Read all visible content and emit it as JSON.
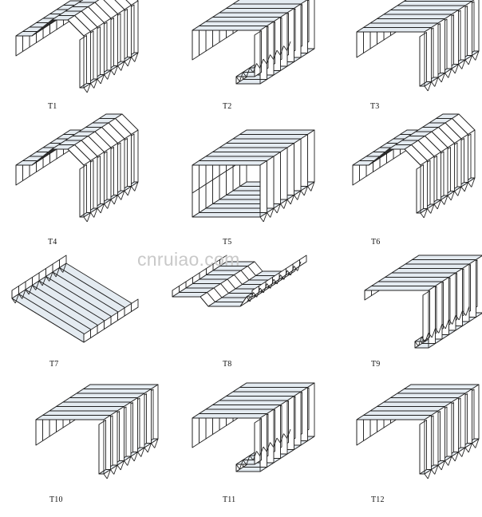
{
  "watermark": "cnruiao.com",
  "colors": {
    "stroke": "#222222",
    "top_fill": "#e4ebf1",
    "side_fill": "#ffffff",
    "shade": "#c9d5e0"
  },
  "items": [
    {
      "label": "T1",
      "shape": "arch-hook"
    },
    {
      "label": "T2",
      "shape": "flat-c-hook"
    },
    {
      "label": "T3",
      "shape": "flat-l"
    },
    {
      "label": "T4",
      "shape": "arch-hook"
    },
    {
      "label": "T5",
      "shape": "flat-box"
    },
    {
      "label": "T6",
      "shape": "arch-l"
    },
    {
      "label": "T7",
      "shape": "plain"
    },
    {
      "label": "T8",
      "shape": "flat-step"
    },
    {
      "label": "T9",
      "shape": "flat-c"
    },
    {
      "label": "T10",
      "shape": "flat-l"
    },
    {
      "label": "T11",
      "shape": "flat-c-hook"
    },
    {
      "label": "T12",
      "shape": "flat-l"
    }
  ]
}
